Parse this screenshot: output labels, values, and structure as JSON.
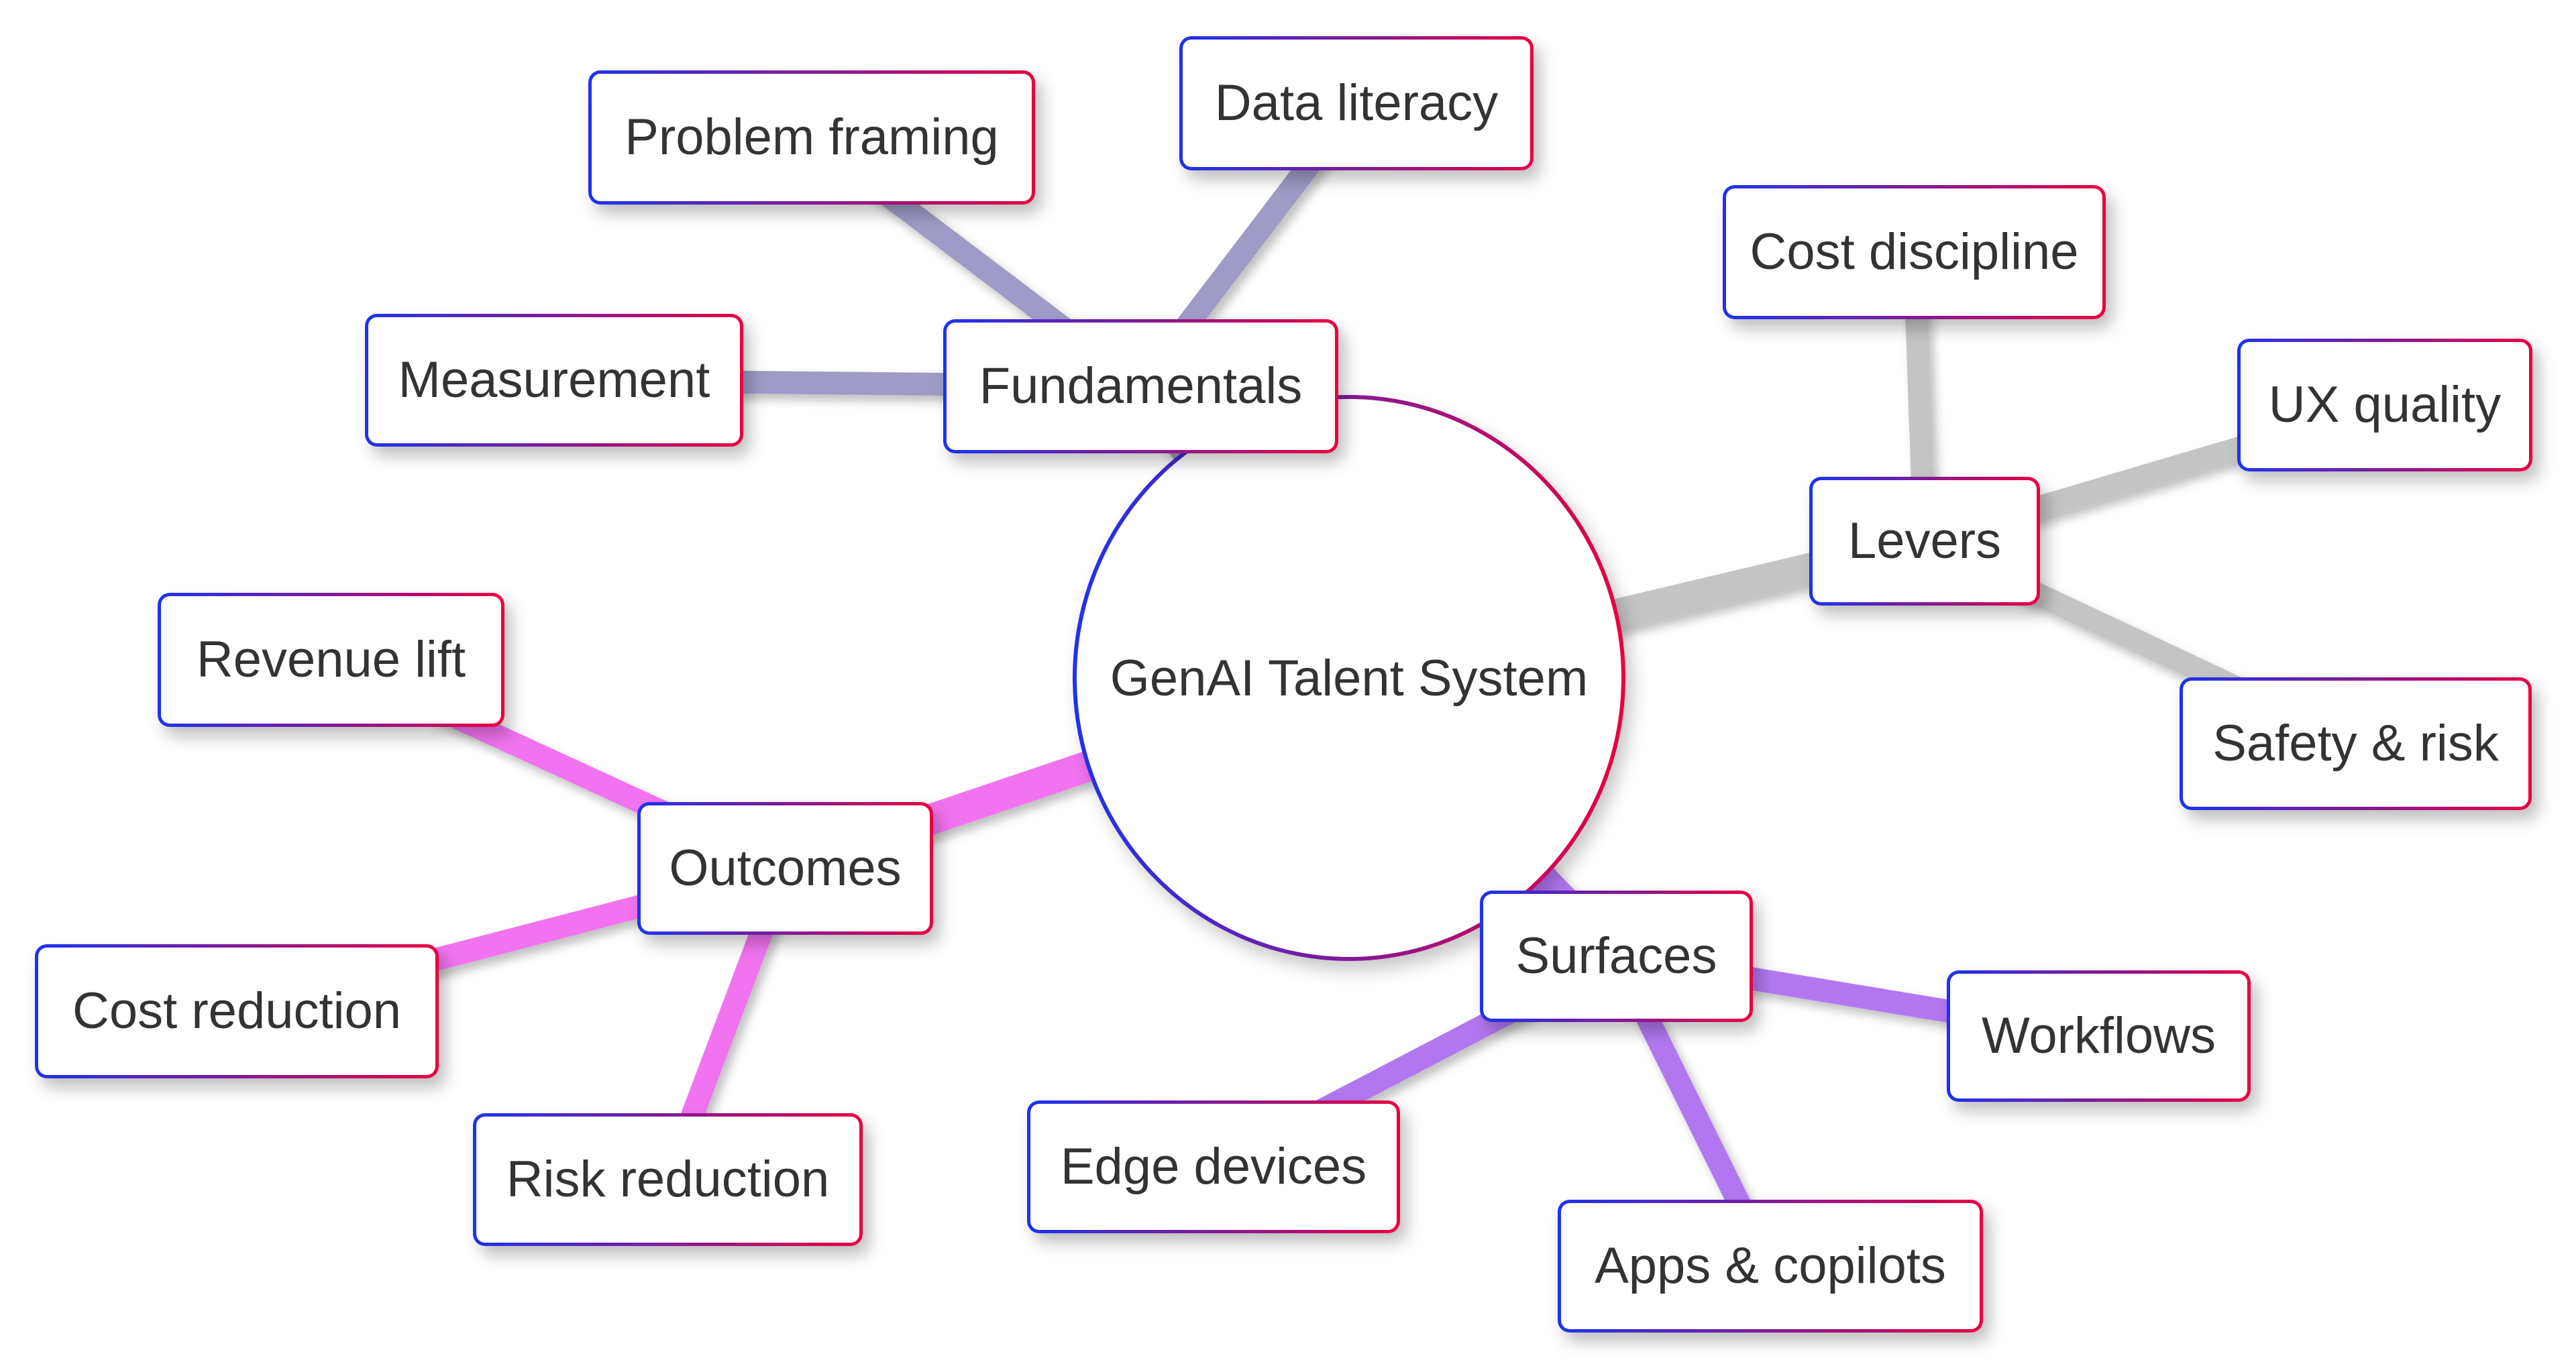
{
  "root": {
    "label": "GenAI Talent System"
  },
  "branches": [
    {
      "label": "Fundamentals",
      "edge_color": "#9E9BC6",
      "children": [
        {
          "label": "Problem framing"
        },
        {
          "label": "Data literacy"
        },
        {
          "label": "Measurement"
        }
      ]
    },
    {
      "label": "Levers",
      "edge_color": "#C4C4C4",
      "children": [
        {
          "label": "Cost discipline"
        },
        {
          "label": "UX quality"
        },
        {
          "label": "Safety & risk"
        }
      ]
    },
    {
      "label": "Outcomes",
      "edge_color": "#F173EF",
      "children": [
        {
          "label": "Revenue lift"
        },
        {
          "label": "Cost reduction"
        },
        {
          "label": "Risk reduction"
        }
      ]
    },
    {
      "label": "Surfaces",
      "edge_color": "#B277EF",
      "children": [
        {
          "label": "Workflows"
        },
        {
          "label": "Edge devices"
        },
        {
          "label": "Apps & copilots"
        }
      ]
    }
  ],
  "style": {
    "node_border_gradient_start": "#1C33EE",
    "node_border_gradient_end": "#E9003F",
    "text_color": "#333333",
    "background": "#FFFFFF"
  }
}
